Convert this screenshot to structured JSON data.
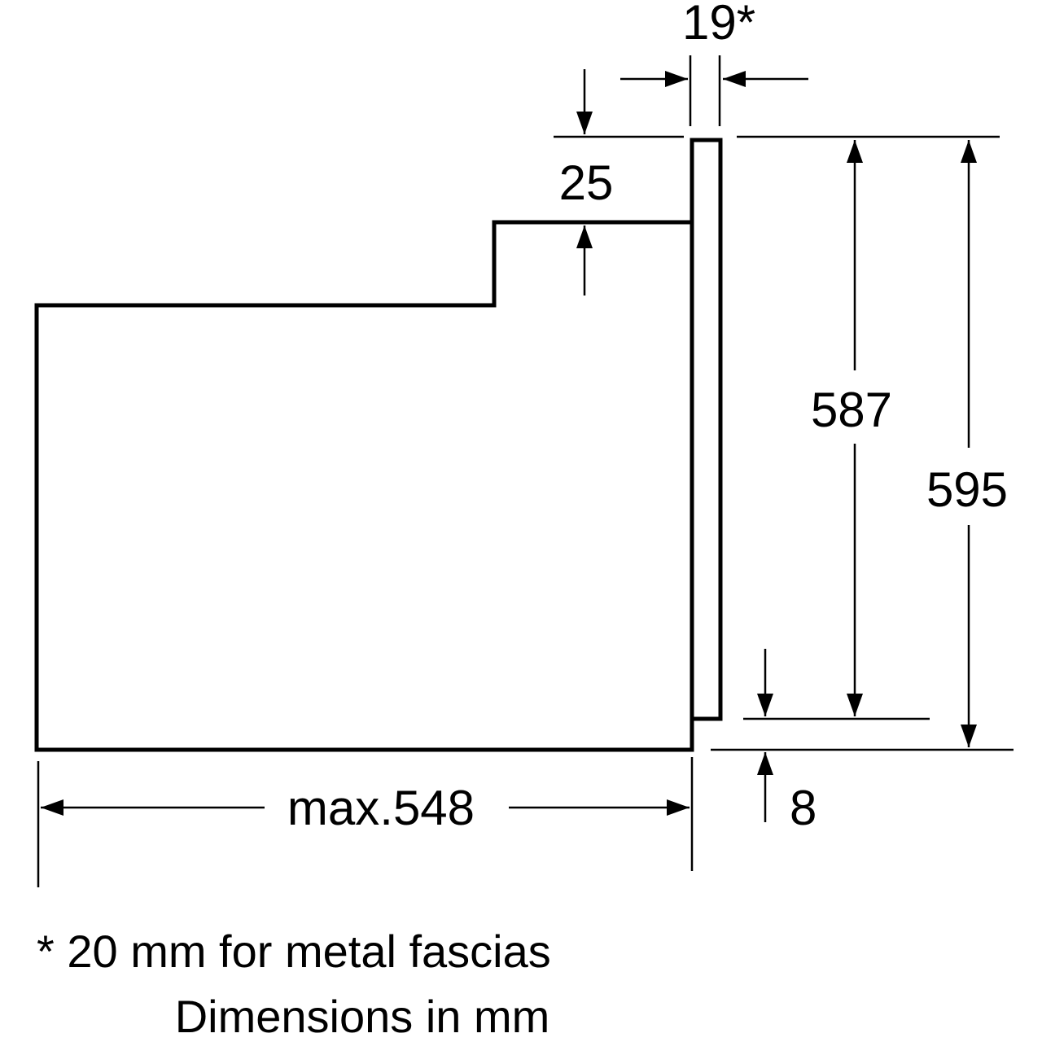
{
  "dimensions": {
    "fascia_thickness": "19*",
    "top_step": "25",
    "door_height": "587",
    "total_height": "595",
    "bottom_gap": "8",
    "depth": "max.548"
  },
  "notes": {
    "footnote": "* 20 mm for metal fascias",
    "units": "Dimensions in mm"
  },
  "colors": {
    "line": "#000000",
    "background": "#ffffff"
  }
}
